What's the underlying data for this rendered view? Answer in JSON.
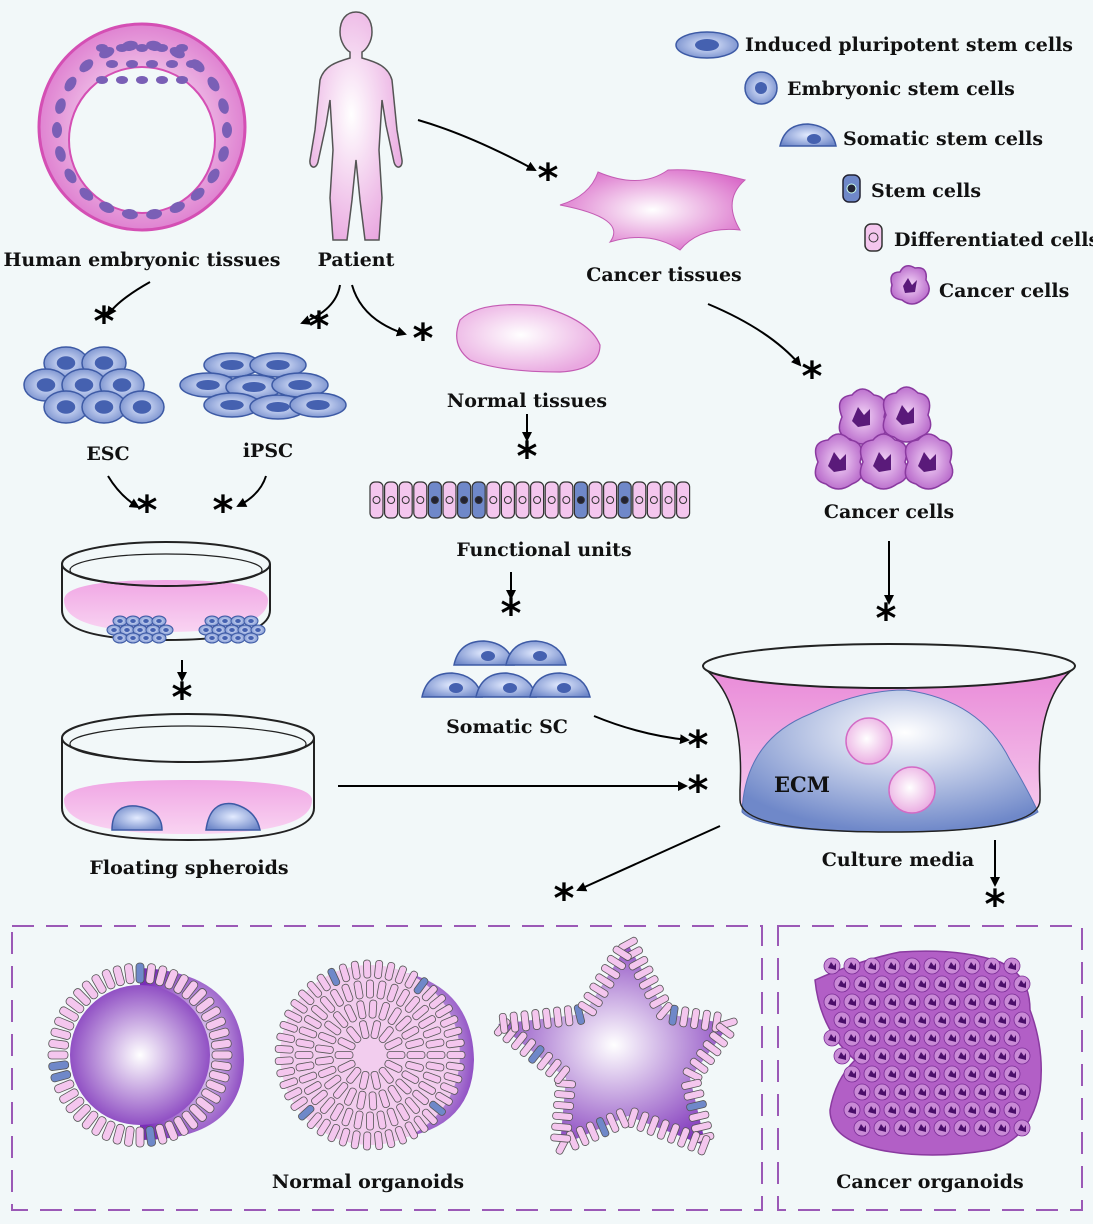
{
  "legend": {
    "induced_pluripotent": "Induced pluripotent stem cells",
    "embryonic": "Embryonic stem cells",
    "somatic": "Somatic stem cells",
    "stem": "Stem cells",
    "differentiated": "Differentiated cells",
    "cancer": "Cancer cells"
  },
  "labels": {
    "human_embryonic_tissues": "Human embryonic tissues",
    "patient": "Patient",
    "cancer_tissues": "Cancer tissues",
    "esc": "ESC",
    "ipsc": "iPSC",
    "normal_tissues": "Normal tissues",
    "functional_units": "Functional units",
    "cancer_cells": "Cancer cells",
    "somatic_sc": "Somatic SC",
    "floating_spheroids": "Floating spheroids",
    "ecm": "ECM",
    "culture_media": "Culture media",
    "normal_organoids": "Normal organoids",
    "cancer_organoids": "Cancer organoids"
  },
  "step_marker": "*",
  "colors": {
    "background": "#f2f8f9",
    "pink": "#e070c0",
    "blue_cell": "#7b93d0",
    "purple_cancer": "#b25fc6",
    "dashed_border": "#9b59b6"
  }
}
